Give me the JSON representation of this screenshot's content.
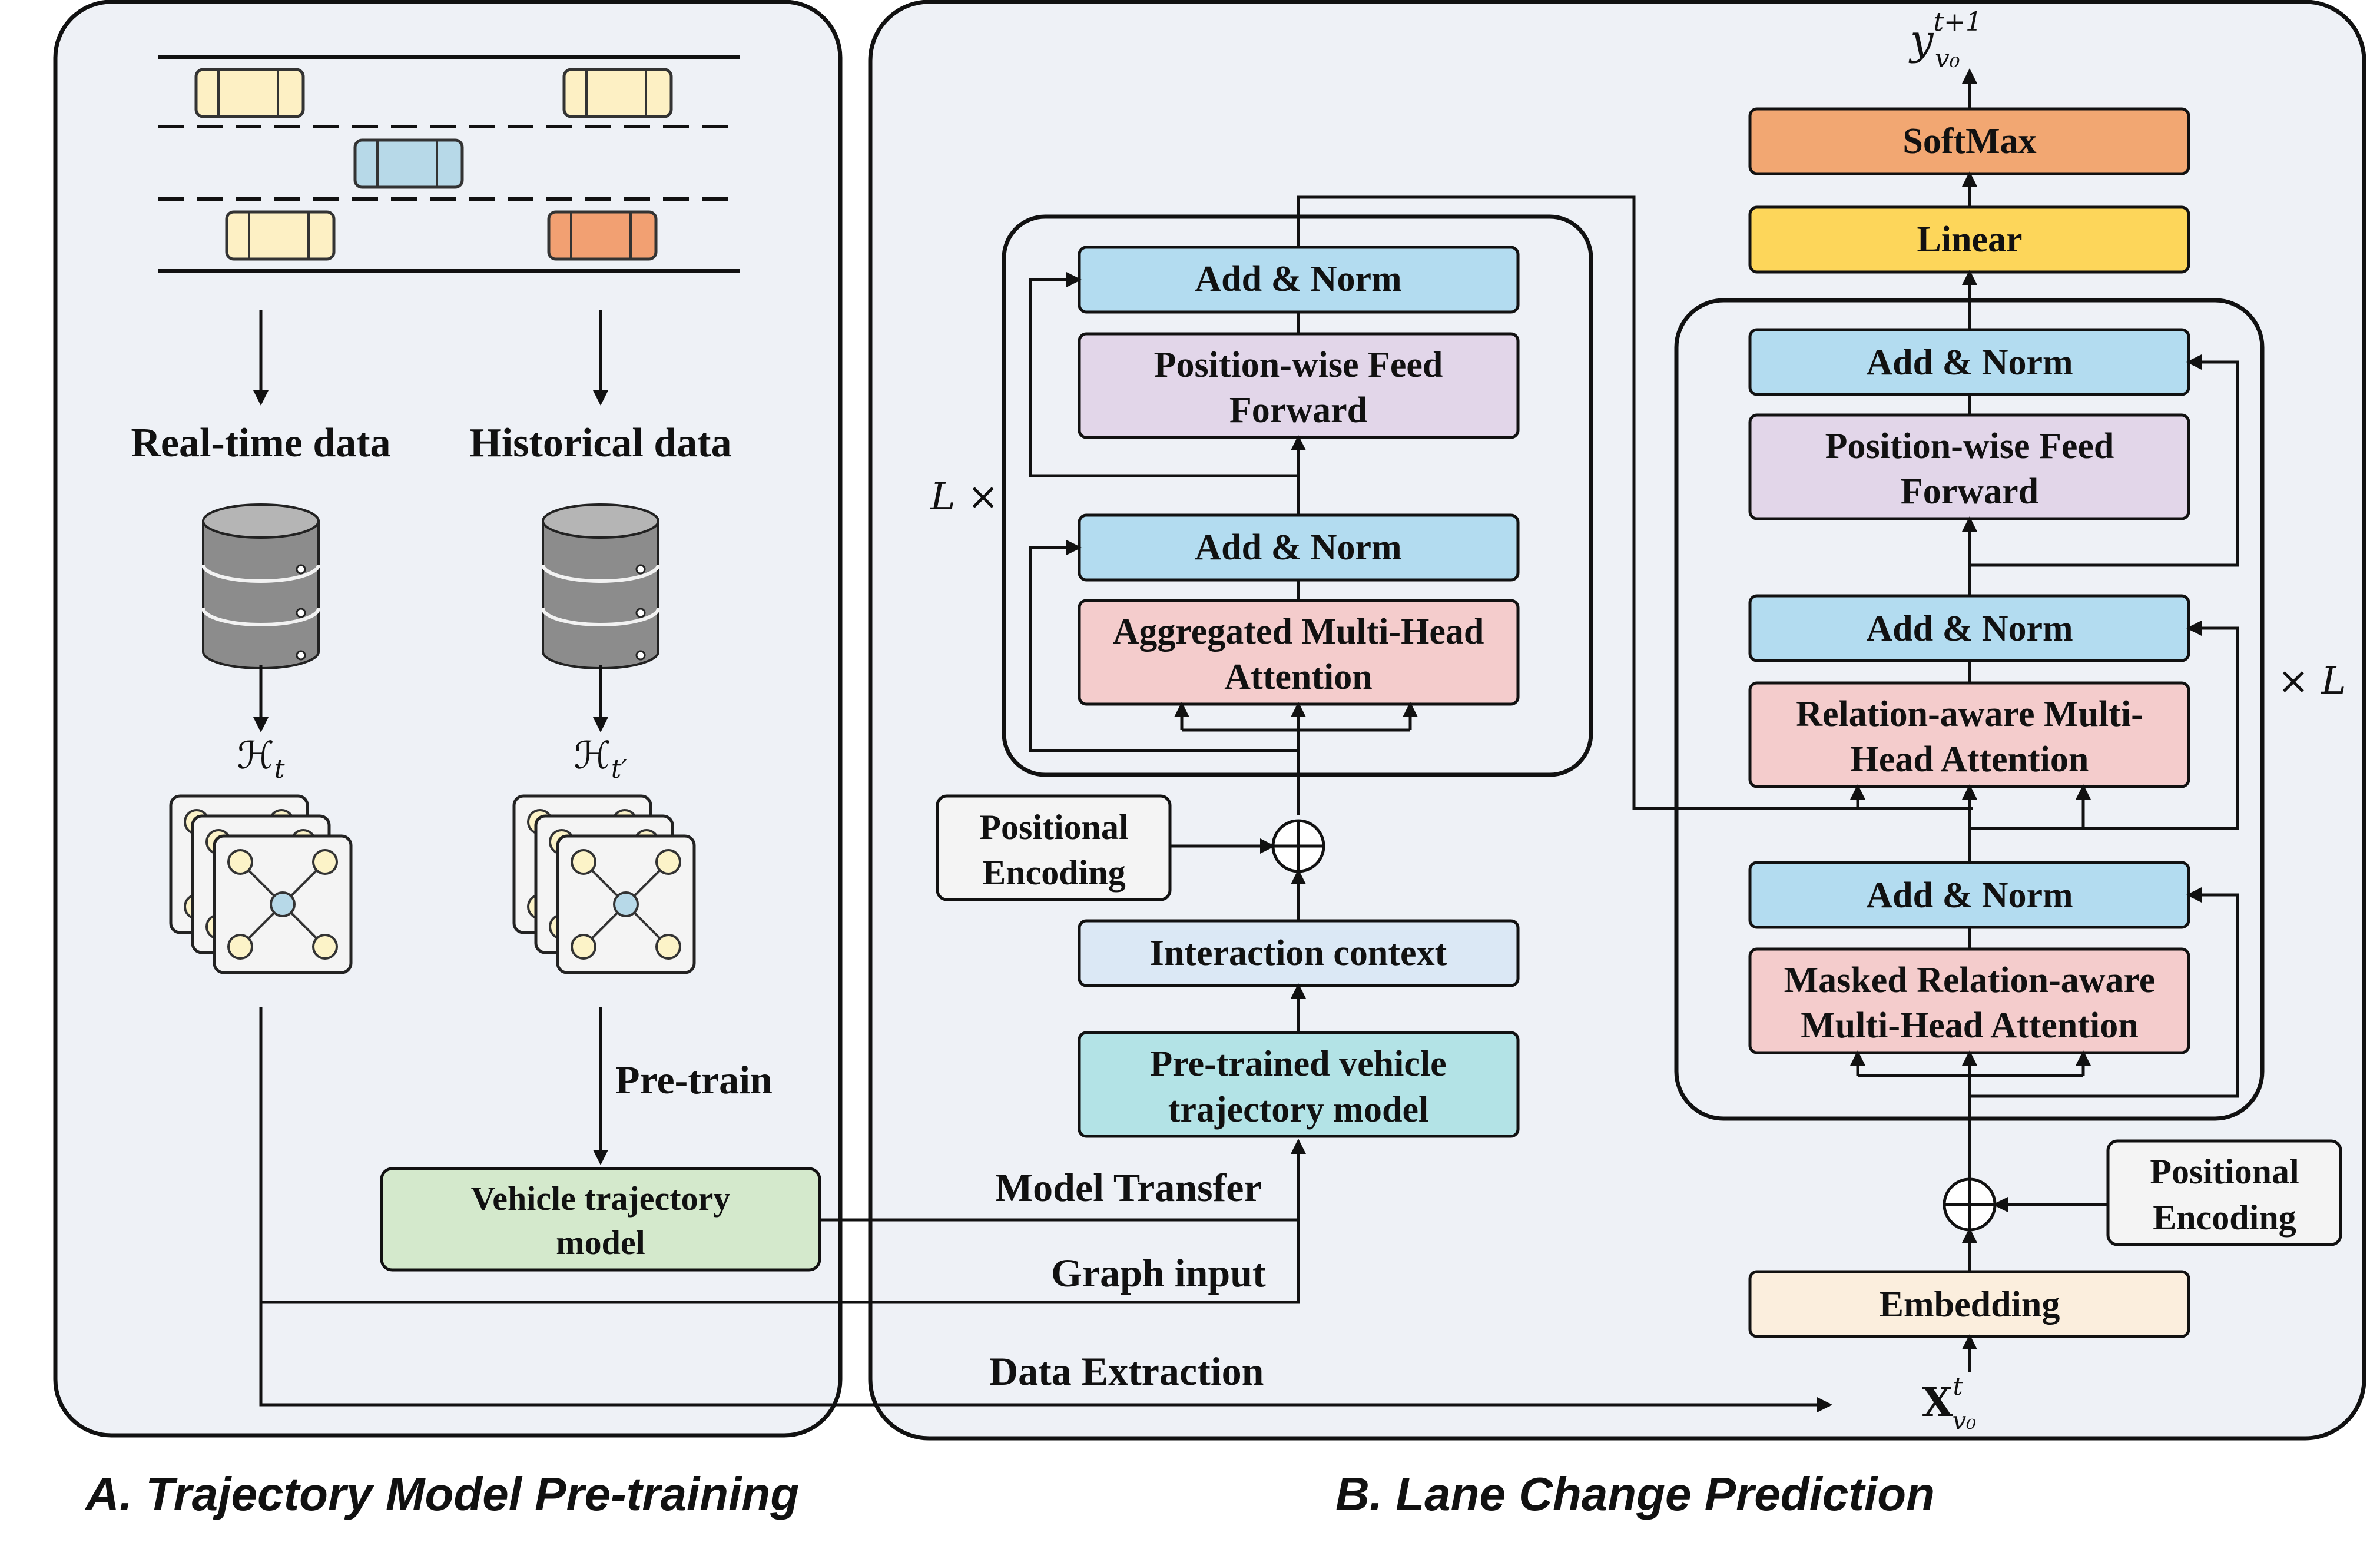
{
  "panels": {
    "a_caption": "A. Trajectory Model Pre-training",
    "b_caption": "B. Lane Change Prediction"
  },
  "left": {
    "realtime_label": "Real-time data",
    "historical_label": "Historical data",
    "h_t": "ℋ",
    "h_t_sub": "t",
    "h_tp": "ℋ",
    "h_tp_sub": "t′",
    "pretrain_label": "Pre-train",
    "vehicle_model_line1": "Vehicle trajectory",
    "vehicle_model_line2": "model"
  },
  "encoder": {
    "repeat": "L ×",
    "add_norm_top": "Add & Norm",
    "ffn_line1": "Position-wise Feed",
    "ffn_line2": "Forward",
    "add_norm_bottom": "Add & Norm",
    "attn_line1": "Aggregated Multi-Head",
    "attn_line2": "Attention",
    "pos_enc_line1": "Positional",
    "pos_enc_line2": "Encoding",
    "interaction": "Interaction context",
    "pretrained_line1": "Pre-trained vehicle",
    "pretrained_line2": "trajectory model"
  },
  "decoder": {
    "output": "y",
    "output_sup": "t+1",
    "output_sub": "v₀",
    "softmax": "SoftMax",
    "linear": "Linear",
    "repeat": "× L",
    "add_norm_1": "Add & Norm",
    "ffn_line1": "Position-wise Feed",
    "ffn_line2": "Forward",
    "add_norm_2": "Add & Norm",
    "rel_attn_line1": "Relation-aware Multi-",
    "rel_attn_line2": "Head Attention",
    "add_norm_3": "Add & Norm",
    "masked_line1": "Masked Relation-aware",
    "masked_line2": "Multi-Head Attention",
    "pos_enc_line1": "Positional",
    "pos_enc_line2": "Encoding",
    "embedding": "Embedding",
    "input": "X",
    "input_sup": "t",
    "input_sub": "v₀"
  },
  "flows": {
    "model_transfer": "Model Transfer",
    "graph_input": "Graph input",
    "data_extraction": "Data Extraction"
  },
  "colors": {
    "panel_bg": "#eef1f6",
    "car_yellow": "#fdf0c4",
    "car_blue": "#b7d9e8",
    "car_orange": "#f2a072",
    "add_norm": "#b3dcf0",
    "ffn": "#e2d6e9",
    "attention": "#f4cccc",
    "interaction": "#dbe8f5",
    "pretrained": "#b3e3e6",
    "vehicle_model": "#d4e9cc",
    "softmax": "#f2a772",
    "linear": "#fdd65a",
    "embedding": "#fbeedd",
    "node_yellow": "#fcf3c8",
    "node_blue": "#b7d9e8"
  }
}
